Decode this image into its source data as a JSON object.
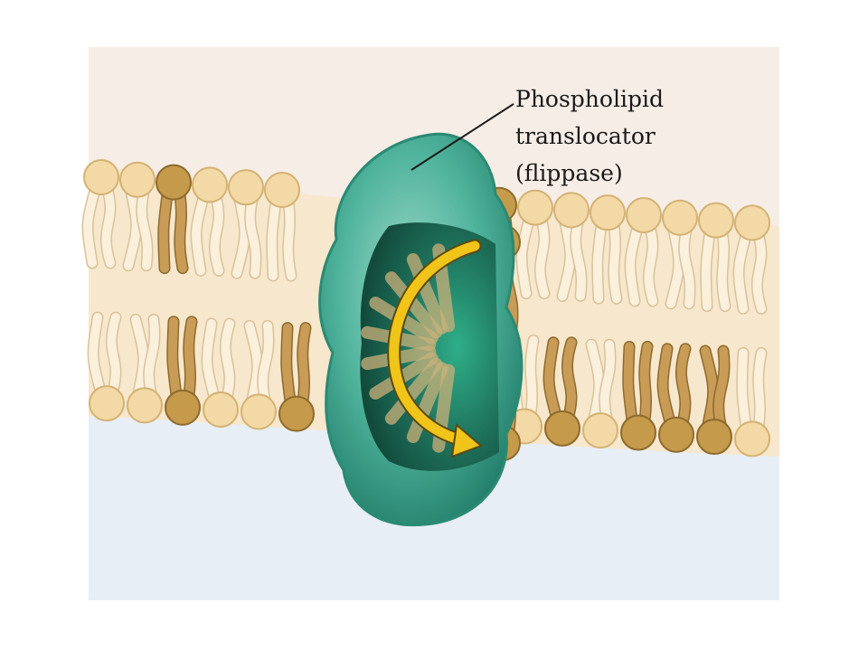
{
  "label": {
    "lines": [
      "Phospholipid",
      "translocator",
      "(flippase)"
    ]
  },
  "colors": {
    "cytosol_top": "#f6ede6",
    "exterior_bottom": "#e7eef6",
    "head_light": "#f2d9a6",
    "tail_light": "#faf0dc",
    "head_dark": "#c59a4a",
    "tail_dark": "#c89c56",
    "protein_outer": "#3aa890",
    "protein_inner": "#1b5e4e",
    "arrow": "#f0c418"
  },
  "icons": {
    "arrow": "curved-flip-arrow-icon"
  }
}
